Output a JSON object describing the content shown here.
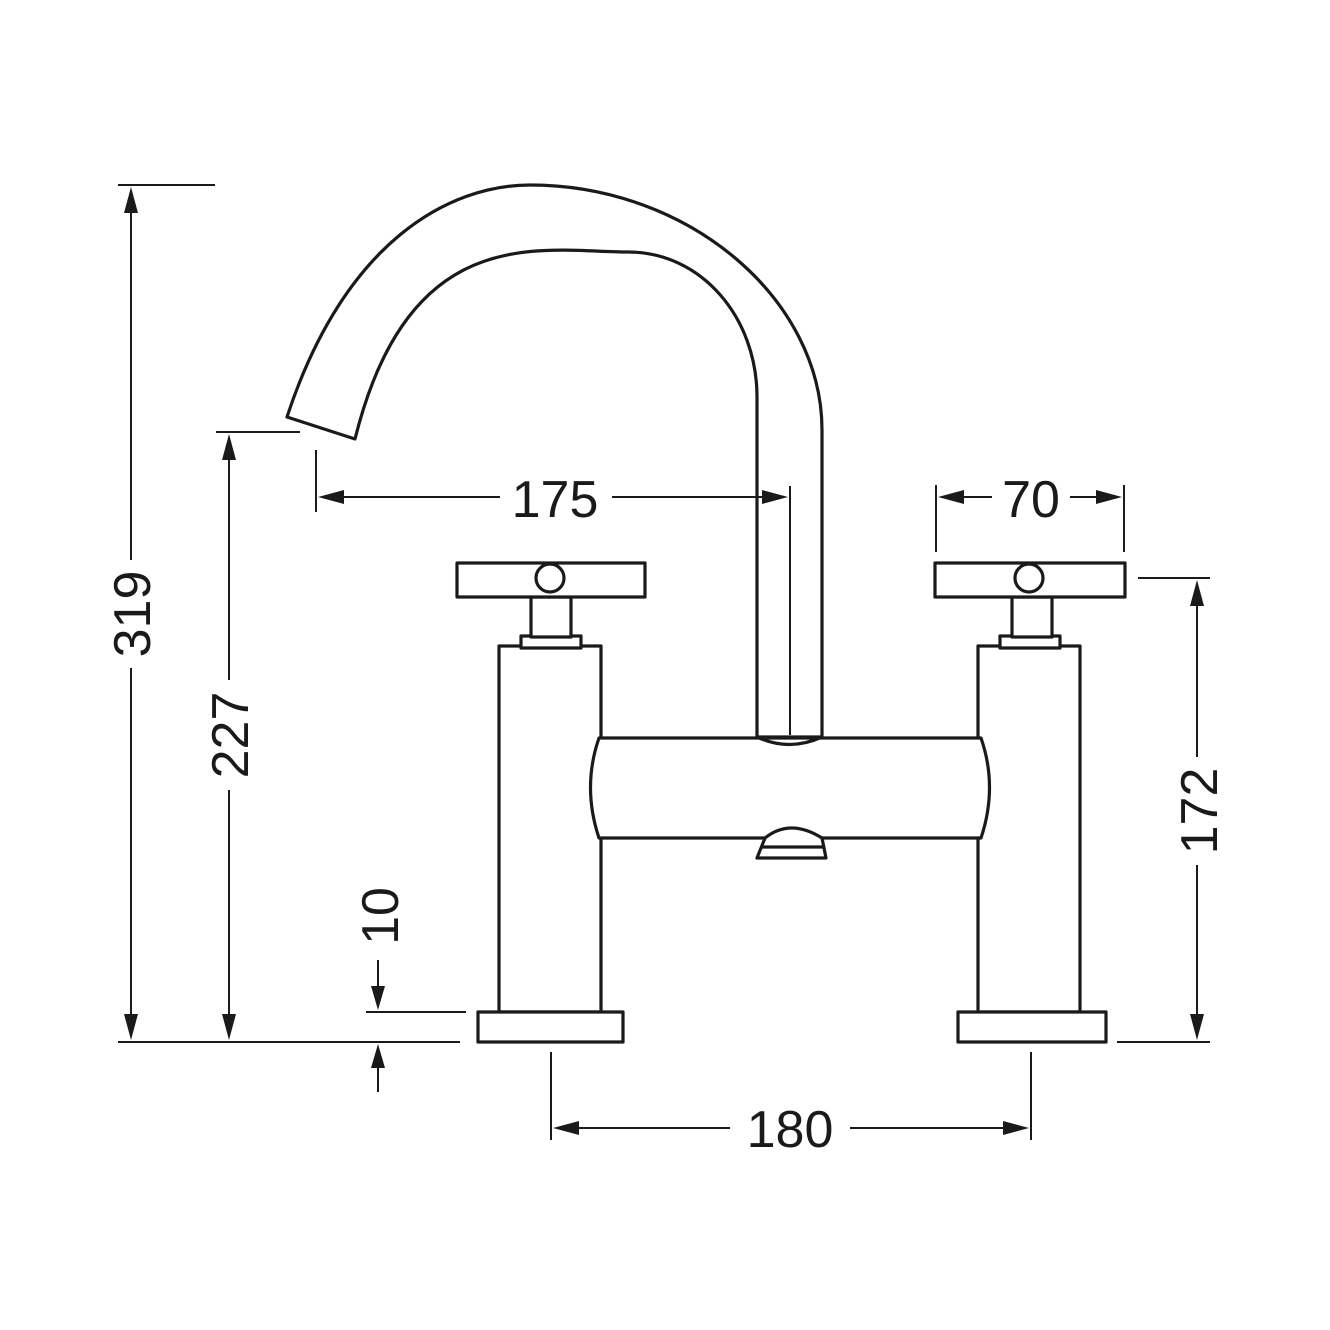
{
  "dimensions": {
    "total_height": "319",
    "spout_height": "227",
    "base_thickness": "10",
    "spout_reach": "175",
    "handle_width": "70",
    "handle_height": "172",
    "centres": "180"
  },
  "colors": {
    "line": "#1a1a1a",
    "background": "#ffffff"
  }
}
